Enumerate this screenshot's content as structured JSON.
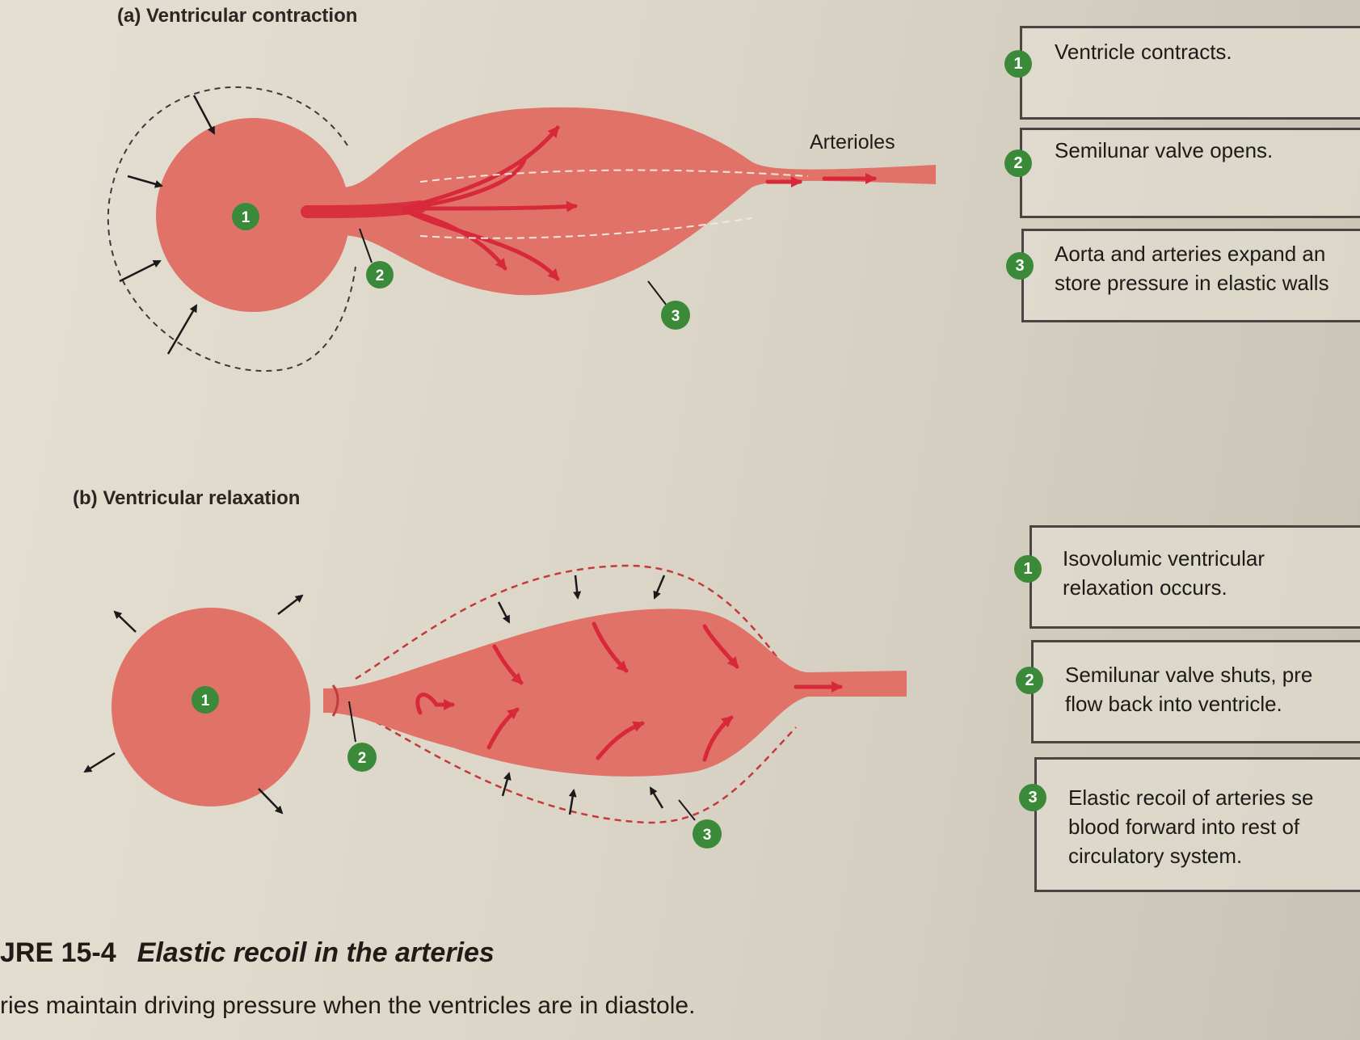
{
  "panel_a": {
    "title": "(a) Ventricular contraction",
    "arterioles_label": "Arterioles",
    "markers": [
      "1",
      "2",
      "3"
    ],
    "steps": [
      {
        "number": "1",
        "lines": [
          "Ventricle contracts."
        ]
      },
      {
        "number": "2",
        "lines": [
          "Semilunar valve opens."
        ]
      },
      {
        "number": "3",
        "lines": [
          "Aorta and arteries expand an",
          "store pressure in elastic walls"
        ]
      }
    ]
  },
  "panel_b": {
    "title": "(b) Ventricular relaxation",
    "markers": [
      "1",
      "2",
      "3"
    ],
    "steps": [
      {
        "number": "1",
        "lines": [
          "Isovolumic ventricular",
          "relaxation occurs."
        ]
      },
      {
        "number": "2",
        "lines": [
          "Semilunar valve shuts, pre",
          "flow back into ventricle."
        ]
      },
      {
        "number": "3",
        "lines": [
          "Elastic recoil of arteries se",
          "blood forward into rest of",
          "circulatory system."
        ]
      }
    ]
  },
  "figure": {
    "label": "JRE 15-4",
    "title": "Elastic recoil in the arteries",
    "caption": "ries maintain driving pressure when the ventricles are in diastole."
  },
  "colors": {
    "vessel": "#e07268",
    "vessel_dark": "#d8554f",
    "flow_arrow": "#d8293a",
    "outline_dash": "#c43a3a",
    "badge_green": "#3a8a3a"
  }
}
